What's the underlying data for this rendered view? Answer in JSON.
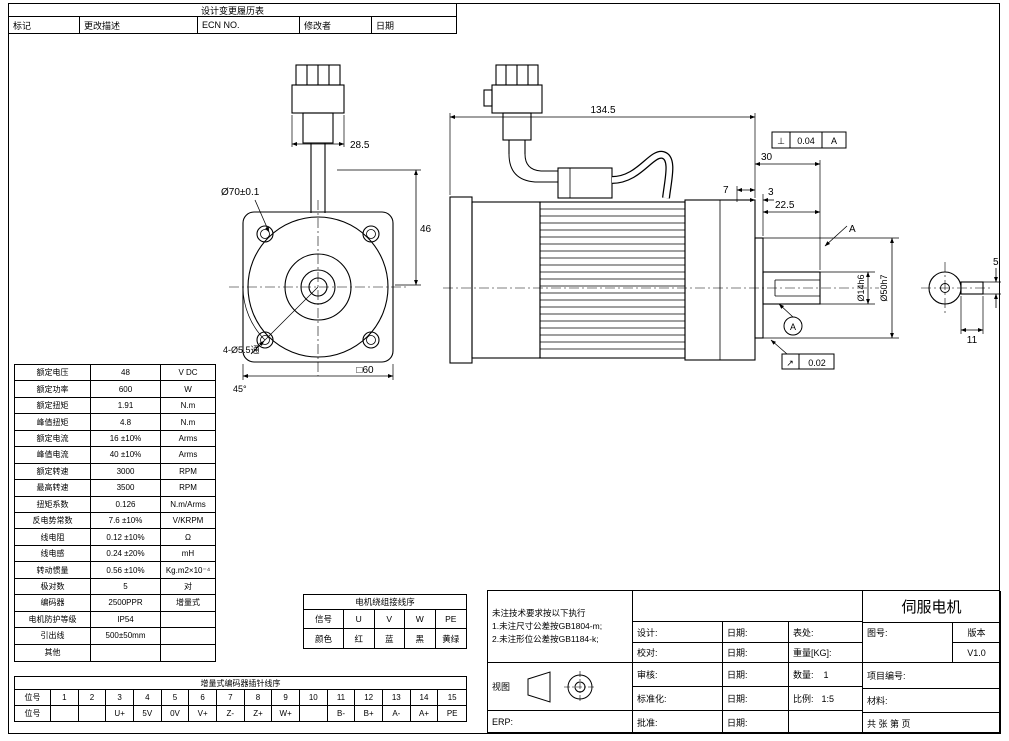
{
  "revision_table": {
    "title": "设计变更履历表",
    "headers": [
      "标记",
      "更改描述",
      "ECN NO.",
      "修改者",
      "日期"
    ]
  },
  "spec_table": {
    "rows": [
      {
        "name": "额定电压",
        "value": "48",
        "unit": "V DC"
      },
      {
        "name": "额定功率",
        "value": "600",
        "unit": "W"
      },
      {
        "name": "额定扭矩",
        "value": "1.91",
        "unit": "N.m"
      },
      {
        "name": "峰值扭矩",
        "value": "4.8",
        "unit": "N.m"
      },
      {
        "name": "额定电流",
        "value": "16 ±10%",
        "unit": "Arms"
      },
      {
        "name": "峰值电流",
        "value": "40 ±10%",
        "unit": "Arms"
      },
      {
        "name": "额定转速",
        "value": "3000",
        "unit": "RPM"
      },
      {
        "name": "最高转速",
        "value": "3500",
        "unit": "RPM"
      },
      {
        "name": "扭矩系数",
        "value": "0.126",
        "unit": "N.m/Arms"
      },
      {
        "name": "反电势常数",
        "value": "7.6 ±10%",
        "unit": "V/KRPM"
      },
      {
        "name": "线电阻",
        "value": "0.12 ±10%",
        "unit": "Ω"
      },
      {
        "name": "线电感",
        "value": "0.24 ±20%",
        "unit": "mH"
      },
      {
        "name": "转动惯量",
        "value": "0.56 ±10%",
        "unit": "Kg.m2×10⁻⁴"
      },
      {
        "name": "极对数",
        "value": "5",
        "unit": "对"
      },
      {
        "name": "编码器",
        "value": "2500PPR",
        "unit": "增量式"
      },
      {
        "name": "电机防护等级",
        "value": "IP54",
        "unit": ""
      },
      {
        "name": "引出线",
        "value": "500±50mm",
        "unit": ""
      },
      {
        "name": "其他",
        "value": "",
        "unit": ""
      }
    ]
  },
  "wiring_table": {
    "title": "电机绕组接线序",
    "row1_label": "信号",
    "row1": [
      "U",
      "V",
      "W",
      "PE"
    ],
    "row2_label": "颜色",
    "row2": [
      "红",
      "蓝",
      "黑",
      "黄绿"
    ]
  },
  "encoder_table": {
    "title": "增量式编码器插针线序",
    "row1_label": "位号",
    "pins": [
      "1",
      "2",
      "3",
      "4",
      "5",
      "6",
      "7",
      "8",
      "9",
      "10",
      "11",
      "12",
      "13",
      "14",
      "15"
    ],
    "row2_label": "位号",
    "signals": [
      "",
      "",
      "U+",
      "5V",
      "0V",
      "V+",
      "Z-",
      "Z+",
      "W+",
      "",
      "B-",
      "B+",
      "A-",
      "A+",
      "PE"
    ]
  },
  "title_block": {
    "notes_title": "未注技术要求按以下执行",
    "note1": "1.未注尺寸公差按GB1804-m;",
    "note2": "2.未注形位公差按GB1184-k;",
    "view_label": "视图",
    "erp_label": "ERP:",
    "design_label": "设计:",
    "check_label": "校对:",
    "audit_label": "审核:",
    "standardize_label": "标准化:",
    "approve_label": "批准:",
    "date_label": "日期:",
    "surface_label": "表处:",
    "weight_label": "重量[KG]:",
    "qty_label": "数量:",
    "qty_value": "1",
    "scale_label": "比例:",
    "scale_value": "1:5",
    "product_name": "伺服电机",
    "drawing_no_label": "图号:",
    "version_label": "版本",
    "version_value": "V1.0",
    "project_label": "项目编号:",
    "material_label": "材料:",
    "sheet_info": "共  张  第  页"
  },
  "dimensions": {
    "front": {
      "conn_width": "28.5",
      "pilot": "Ø70±0.1",
      "height": "46",
      "holes": "4-Ø5.5通",
      "angle": "45°",
      "square": "□60"
    },
    "side": {
      "total": "134.5",
      "d30": "30",
      "d7": "7",
      "d3": "3",
      "d22_5": "22.5",
      "shaft_dia": "Ø14h6",
      "spigot_dia": "Ø50h7",
      "perp_symbol": "⊥",
      "perp_value": "0.04",
      "perp_datum": "A",
      "runout_symbol": "↗",
      "runout_value": "0.02",
      "section_label": "A",
      "key_w": "5",
      "key_l": "11"
    }
  }
}
